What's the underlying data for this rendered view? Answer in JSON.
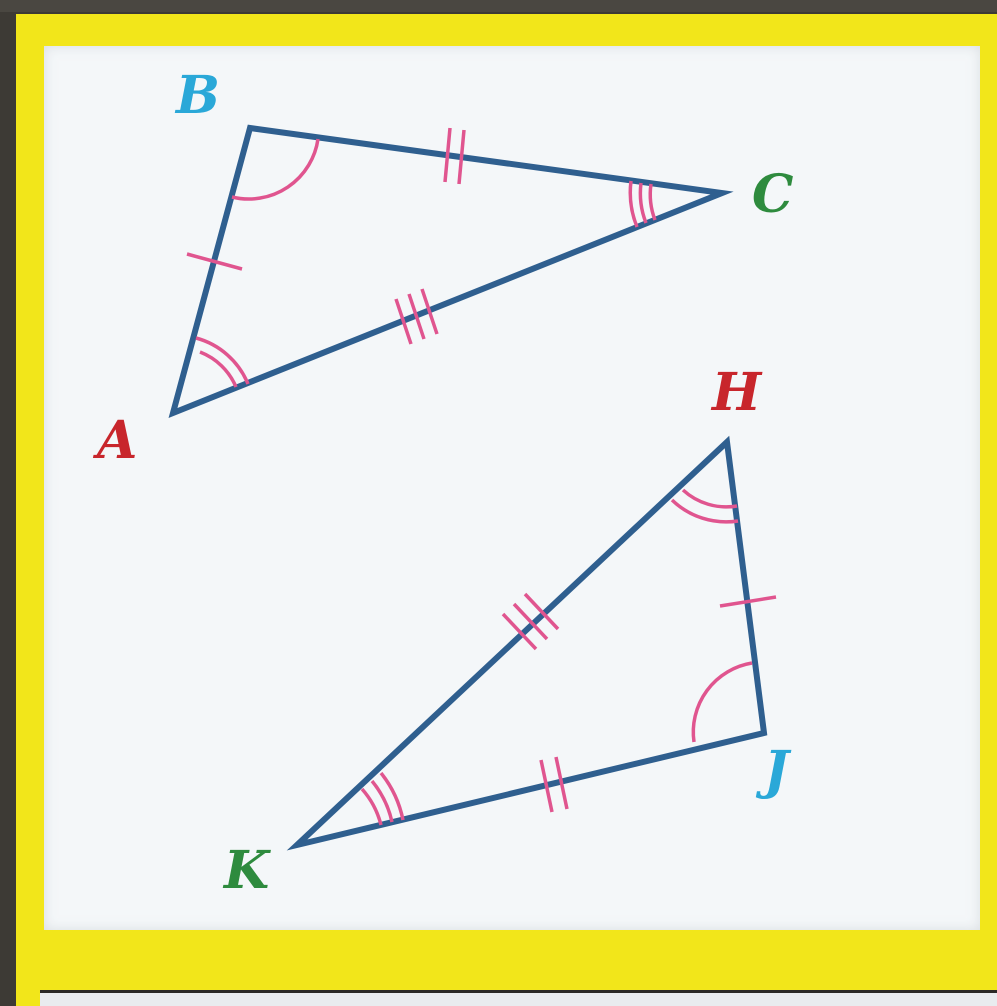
{
  "colors": {
    "frame": "#f2e61a",
    "panel": "#f4f7f9",
    "triangle_stroke": "#2f5f8f",
    "mark_color": "#e0558f",
    "label_blue": "#2aa8d8",
    "label_green": "#2e8b3e",
    "label_red": "#c8262c"
  },
  "triangle_abc": {
    "vertices": [
      {
        "name": "A",
        "color": "#c8262c"
      },
      {
        "name": "B",
        "color": "#2aa8d8"
      },
      {
        "name": "C",
        "color": "#2e8b3e"
      }
    ]
  },
  "triangle_hjk": {
    "vertices": [
      {
        "name": "H",
        "color": "#c8262c"
      },
      {
        "name": "J",
        "color": "#2aa8d8"
      },
      {
        "name": "K",
        "color": "#2e8b3e"
      }
    ]
  }
}
